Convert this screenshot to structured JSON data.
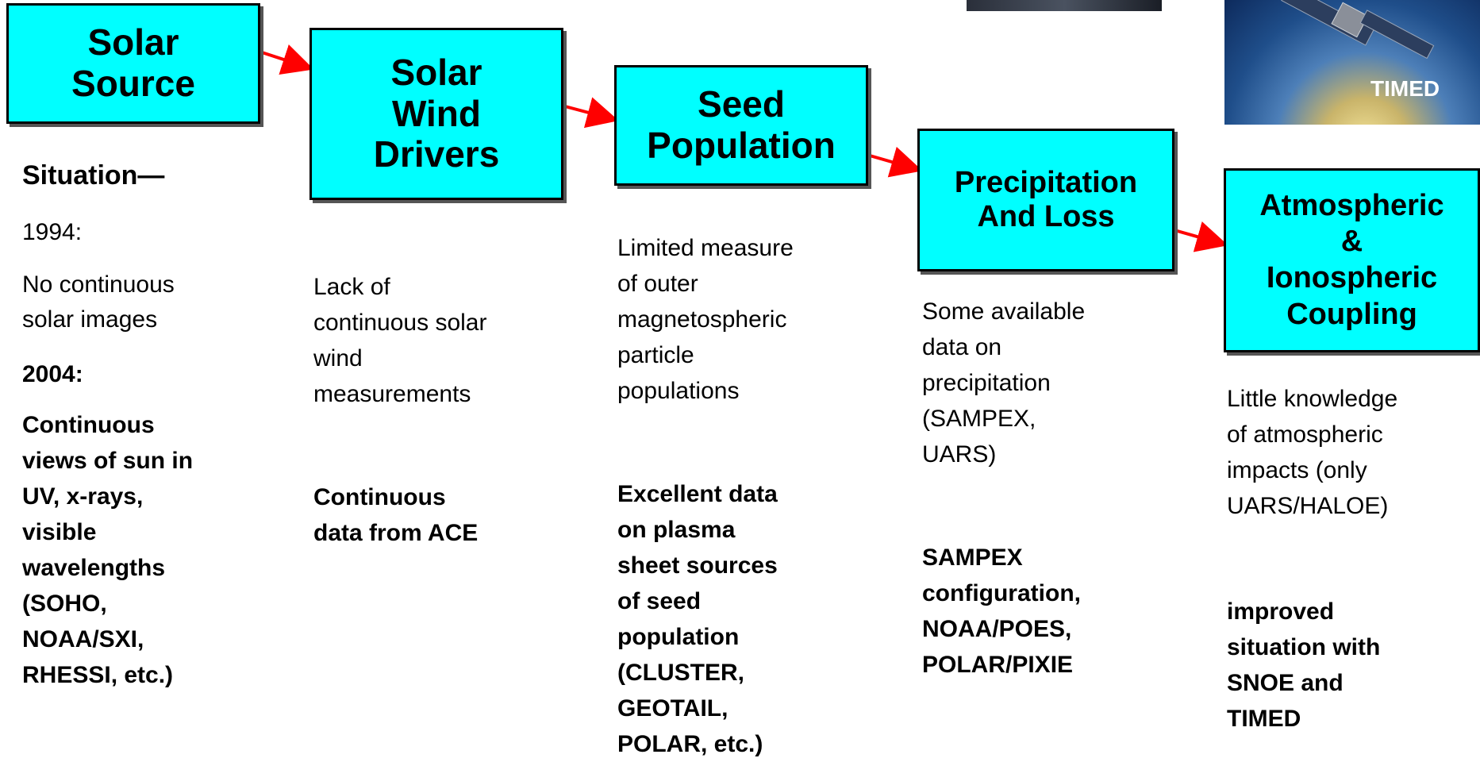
{
  "boxes": {
    "solar_source": "Solar\nSource",
    "solar_wind": "Solar\nWind\nDrivers",
    "seed_population": "Seed\nPopulation",
    "precipitation": "Precipitation\nAnd Loss",
    "atmospheric": "Atmospheric\n&\nIonospheric\nCoupling"
  },
  "col1": {
    "situation": "Situation—",
    "year1994": "1994:",
    "text1994": "No continuous\nsolar images",
    "year2004": "2004:",
    "text2004": "Continuous\nviews of sun in\nUV, x-rays,\nvisible\nwavelengths\n(SOHO,\nNOAA/SXI,\nRHESSI, etc.)"
  },
  "col2": {
    "before": "Lack of\ncontinuous solar\nwind\nmeasurements",
    "after": "Continuous\ndata from ACE"
  },
  "col3": {
    "before": "Limited measure\nof outer\nmagnetospheric\nparticle\npopulations",
    "after": "Excellent data\non plasma\nsheet sources\nof seed\npopulation\n(CLUSTER,\nGEOTAIL,\nPOLAR, etc.)"
  },
  "col4": {
    "before": "Some available\ndata on\nprecipitation\n(SAMPEX,\nUARS)",
    "after": "SAMPEX\nconfiguration,\nNOAA/POES,\nPOLAR/PIXIE"
  },
  "col5": {
    "before": "Little knowledge\nof atmospheric\nimpacts (only\nUARS/HALOE)",
    "after": "improved\nsituation with\nSNOE and\nTIMED"
  },
  "photo": {
    "label": "TIMED"
  },
  "colors": {
    "box": "#00ffff",
    "arrow": "#ff0000"
  },
  "icons": {
    "satellite": "satellite-icon"
  }
}
